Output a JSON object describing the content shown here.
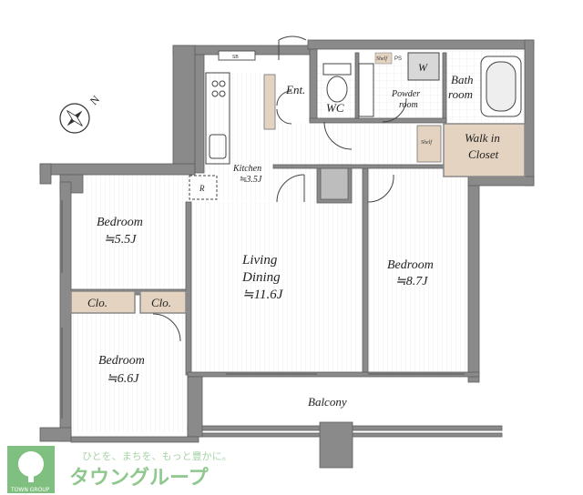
{
  "rooms": {
    "bedroom_left_top": {
      "name": "Bedroom",
      "size": "≒5.5J"
    },
    "bedroom_left_bottom": {
      "name": "Bedroom",
      "size": "≒6.6J"
    },
    "living": {
      "line1": "Living",
      "line2": "Dining",
      "size": "≒11.6J"
    },
    "bedroom_right": {
      "name": "Bedroom",
      "size": "≒8.7J"
    },
    "kitchen": {
      "name": "Kitchen",
      "size": "≒3.5J"
    },
    "entrance": {
      "name": "Ent."
    },
    "wc": {
      "name": "WC"
    },
    "powder": {
      "line1": "Powder",
      "line2": "room"
    },
    "bath": {
      "line1": "Bath",
      "line2": "room"
    },
    "walk_in": {
      "line1": "Walk in",
      "line2": "Closet"
    },
    "balcony": {
      "name": "Balcony"
    }
  },
  "labels": {
    "clo_left": "Clo.",
    "clo_right": "Clo.",
    "shelf_top": "Shelf",
    "shelf_side": "Shelf",
    "ps": "PS",
    "washer": "W",
    "refrigerator": "R",
    "compass_north": "N",
    "top_unit": "SB"
  },
  "branding": {
    "tagline": "ひとを、まちを、もっと豊かに。",
    "name": "タウングループ",
    "small": "TOWN GROUP"
  },
  "colors": {
    "wall": "#8a8a8a",
    "wall_dark": "#6e6e6e",
    "closet": "#e3d3c0",
    "floor_line": "#e6e6e6",
    "brand_green": "#7fbf7f"
  }
}
